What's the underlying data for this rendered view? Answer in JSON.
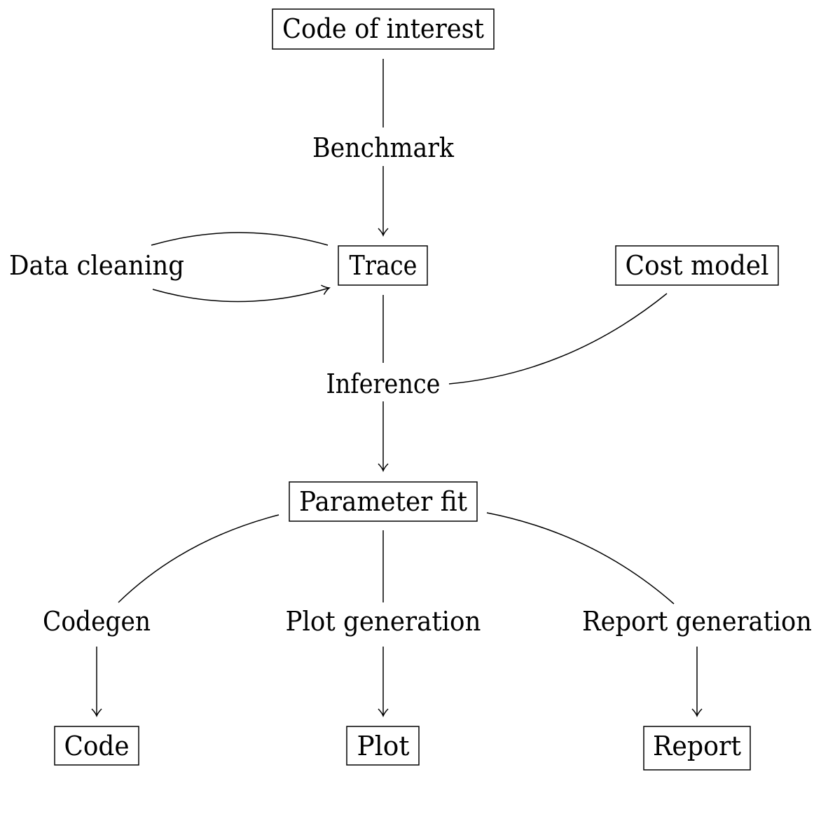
{
  "diagram": {
    "nodes": {
      "code_of_interest": "Code of interest",
      "benchmark": "Benchmark",
      "trace": "Trace",
      "data_cleaning": "Data cleaning",
      "cost_model": "Cost model",
      "inference": "Inference",
      "parameter_fit": "Parameter fit",
      "codegen": "Codegen",
      "plot_generation": "Plot generation",
      "report_generation": "Report generation",
      "code": "Code",
      "plot": "Plot",
      "report": "Report"
    },
    "edges": [
      {
        "from": "code_of_interest",
        "to": "benchmark",
        "arrow": false
      },
      {
        "from": "benchmark",
        "to": "trace",
        "arrow": true
      },
      {
        "from": "trace",
        "to": "data_cleaning",
        "arrow": false
      },
      {
        "from": "data_cleaning",
        "to": "trace",
        "arrow": true
      },
      {
        "from": "trace",
        "to": "inference",
        "arrow": false
      },
      {
        "from": "cost_model",
        "to": "inference",
        "arrow": false
      },
      {
        "from": "inference",
        "to": "parameter_fit",
        "arrow": true
      },
      {
        "from": "parameter_fit",
        "to": "codegen",
        "arrow": false
      },
      {
        "from": "parameter_fit",
        "to": "plot_generation",
        "arrow": false
      },
      {
        "from": "parameter_fit",
        "to": "report_generation",
        "arrow": false
      },
      {
        "from": "codegen",
        "to": "code",
        "arrow": true
      },
      {
        "from": "plot_generation",
        "to": "plot",
        "arrow": true
      },
      {
        "from": "report_generation",
        "to": "report",
        "arrow": true
      }
    ]
  }
}
